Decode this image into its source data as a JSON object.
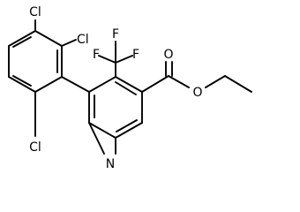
{
  "molecule": {
    "labels": {
      "cl_top": "Cl",
      "cl_right": "Cl",
      "cl_bottom": "Cl",
      "f_left": "F",
      "f_right": "F",
      "f_bottom": "F",
      "o_carbonyl": "O",
      "o_ester": "O",
      "n_ring": "N"
    },
    "colors": {
      "bond": "#000000",
      "text": "#000000",
      "background": "#ffffff"
    }
  }
}
